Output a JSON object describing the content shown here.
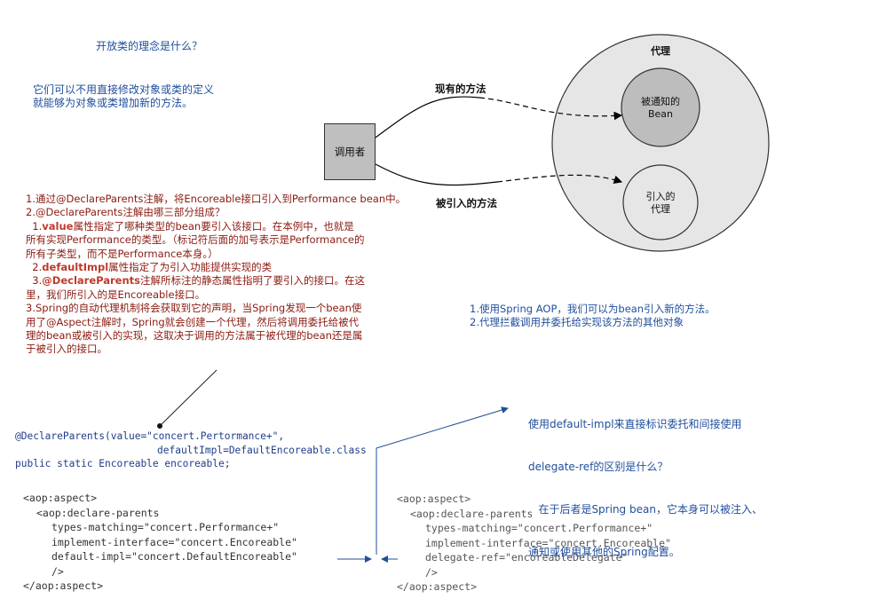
{
  "top_question": {
    "title": "开放类的理念是什么？",
    "answer_lines": [
      "它们可以不用直接修改对象或类的定义",
      "就能够为对象或类增加新的方法。"
    ]
  },
  "diagram": {
    "caller_label": "调用者",
    "proxy_label": "代理",
    "advised_bean_lines": [
      "被通知的",
      "Bean"
    ],
    "introduction_proxy_lines": [
      "引入的",
      "代理"
    ],
    "existing_method_label": "现有的方法",
    "introduced_method_label": "被引入的方法",
    "colors": {
      "outer_circle": "#e6e6e6",
      "bean_circle": "#bdbdbd",
      "intro_circle": "#e6e6e6",
      "caller_box": "#bfbfbf"
    }
  },
  "annotation_notes": {
    "line1": "1.通过@DeclareParents注解，将Encoreable接口引入到Performance bean中。",
    "line2": "2.@DeclareParents注解由哪三部分组成？",
    "line3_pre": "  1.",
    "line3_bold": "value",
    "line3_post": "属性指定了哪种类型的bean要引入该接口。在本例中，也就是",
    "line4": "所有实现Performance的类型。（标记符后面的加号表示是Performance的",
    "line5": "所有子类型，而不是Performance本身。）",
    "line6_pre": "  2.",
    "line6_bold": "defaultImpl",
    "line6_post": "属性指定了为引入功能提供实现的类",
    "line7_pre": "  3.",
    "line7_bold": "@DeclareParents",
    "line7_post": "注解所标注的静态属性指明了要引入的接口。在这",
    "line8": "里，我们所引入的是Encoreable接口。",
    "line9": "3.Spring的自动代理机制将会获取到它的声明，当Spring发现一个bean使",
    "line10": "用了@Aspect注解时，Spring就会创建一个代理，然后将调用委托给被代",
    "line11": "理的bean或被引入的实现，这取决于调用的方法属于被代理的bean还是属",
    "line12": "于被引入的接口。"
  },
  "aop_notes": {
    "line1": "1.使用Spring AOP，我们可以为bean引入新的方法。",
    "line2": "2.代理拦截调用并委托给实现该方法的其他对象"
  },
  "declare_code": {
    "line1": "@DeclareParents(value=\"concert.Pertormance+\",",
    "line2": "defaultImpl=DefaultEncoreable.class",
    "line3": "public static Encoreable encoreable;"
  },
  "xml_left": {
    "l1": "<aop:aspect>",
    "l2": "<aop:declare-parents",
    "l3": "types-matching=\"concert.Performance+\"",
    "l4": "implement-interface=\"concert.Encoreable\"",
    "l5": "default-impl=\"concert.DefaultEncoreable\"",
    "l6": "/>",
    "l7": "</aop:aspect>"
  },
  "xml_right": {
    "l1": "<aop:aspect>",
    "l2": "<aop:declare-parents",
    "l3": "types-matching=\"concert.Performance+\"",
    "l4": "implement-interface=\"concert.Encoreable\"",
    "l5": "delegate-ref=\"encoreableDelegate\"",
    "l6": "/>",
    "l7": "</aop:aspect>"
  },
  "delegate_question": {
    "line1": "使用default-impl来直接标识委托和间接使用",
    "line2": "delegate-ref的区别是什么？",
    "line3": "   在于后者是Spring bean，它本身可以被注入、",
    "line4": "通知或使用其他的Spring配置。"
  }
}
